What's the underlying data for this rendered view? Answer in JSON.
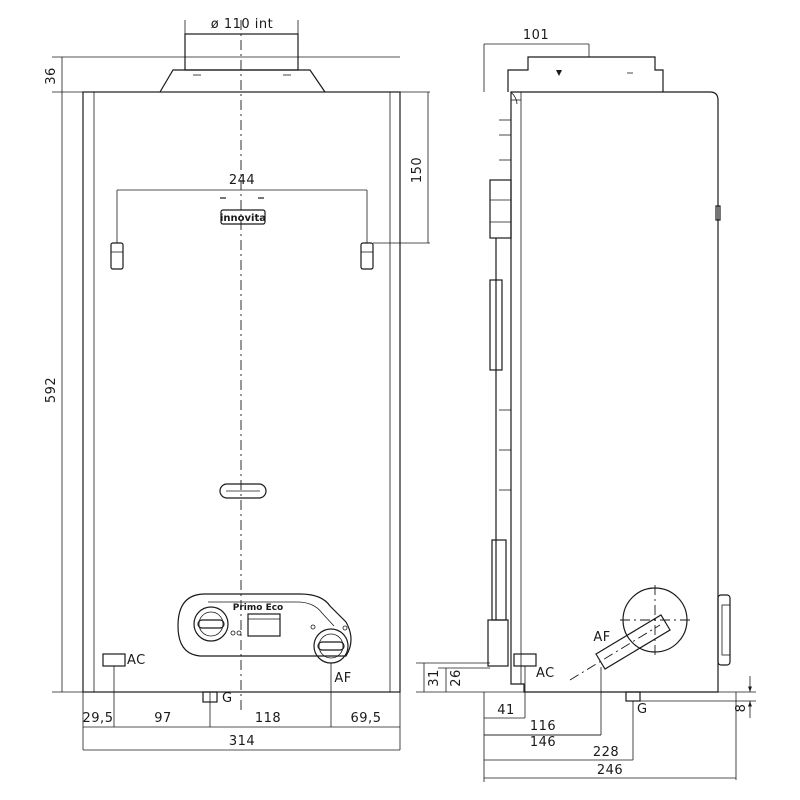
{
  "front_view": {
    "flue_label": "ø 110 int",
    "brand_badge": "innovita",
    "model_label": "Primo Eco",
    "dimensions": {
      "top_height": "36",
      "height": "592",
      "hook_spacing": "244",
      "hook_drop": "150",
      "seg_left": "29,5",
      "seg_ac_to_center": "97",
      "seg_center_to_af": "118",
      "seg_right": "69,5",
      "total_width": "314"
    },
    "connections": {
      "ac": "AC",
      "af": "AF",
      "g": "G"
    }
  },
  "side_view": {
    "dimensions": {
      "flue_offset": "101",
      "conn_height_31": "31",
      "conn_height_26": "26",
      "ac_offset": "41",
      "af_offset": "116",
      "af_depth": "146",
      "g_depth": "228",
      "total_depth": "246",
      "g_height": "8"
    },
    "connections": {
      "ac": "AC",
      "af": "AF",
      "g": "G"
    }
  }
}
